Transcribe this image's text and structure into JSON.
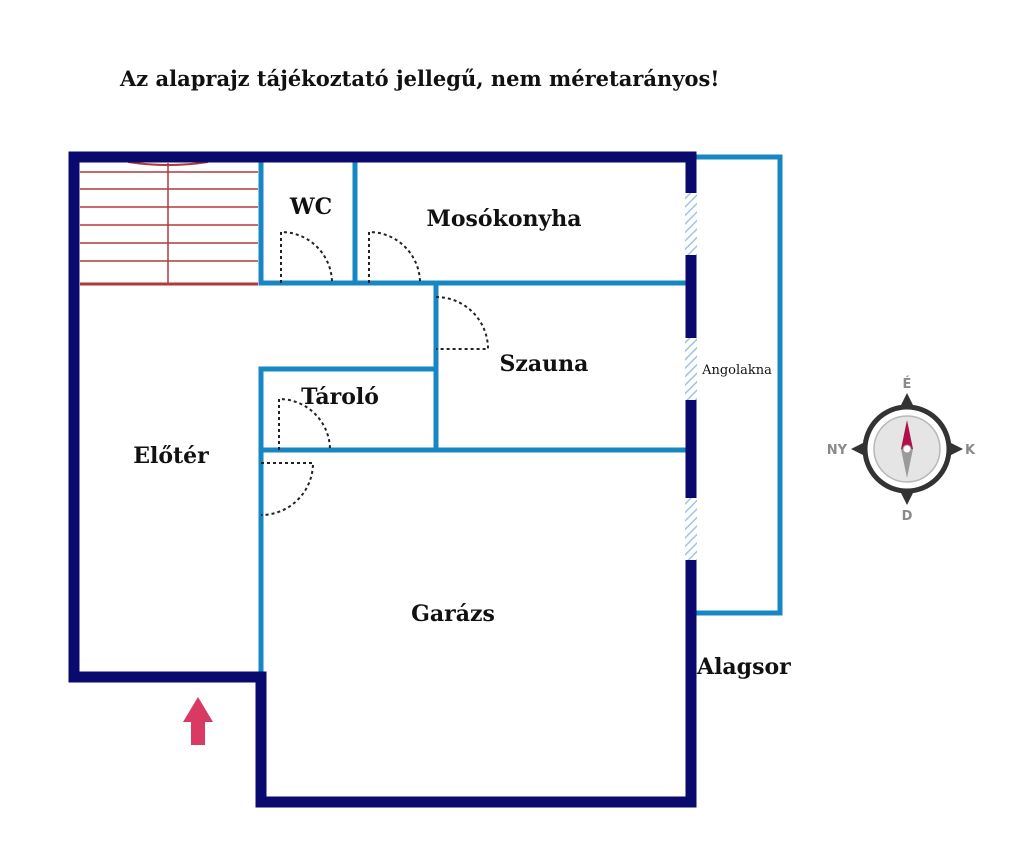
{
  "disclaimer": "Az alaprajz tájékoztató jellegű, nem méretarányos!",
  "rooms": {
    "wc": "WC",
    "laundry": "Mosókonyha",
    "sauna": "Szauna",
    "storage": "Tároló",
    "hall": "Előtér",
    "garage": "Garázs",
    "light_well": "Angolakna"
  },
  "floor_name": "Alagsor",
  "compass": {
    "north": "É",
    "south": "D",
    "east": "K",
    "west": "NY"
  },
  "colors": {
    "outer_wall": "#0a0a6e",
    "inner_wall": "#1787c3",
    "stairs": "#b03a3a",
    "entrance_arrow": "#d83a63",
    "compass_needle": "#b0104a",
    "window_hatch": "#9cc6e4"
  }
}
